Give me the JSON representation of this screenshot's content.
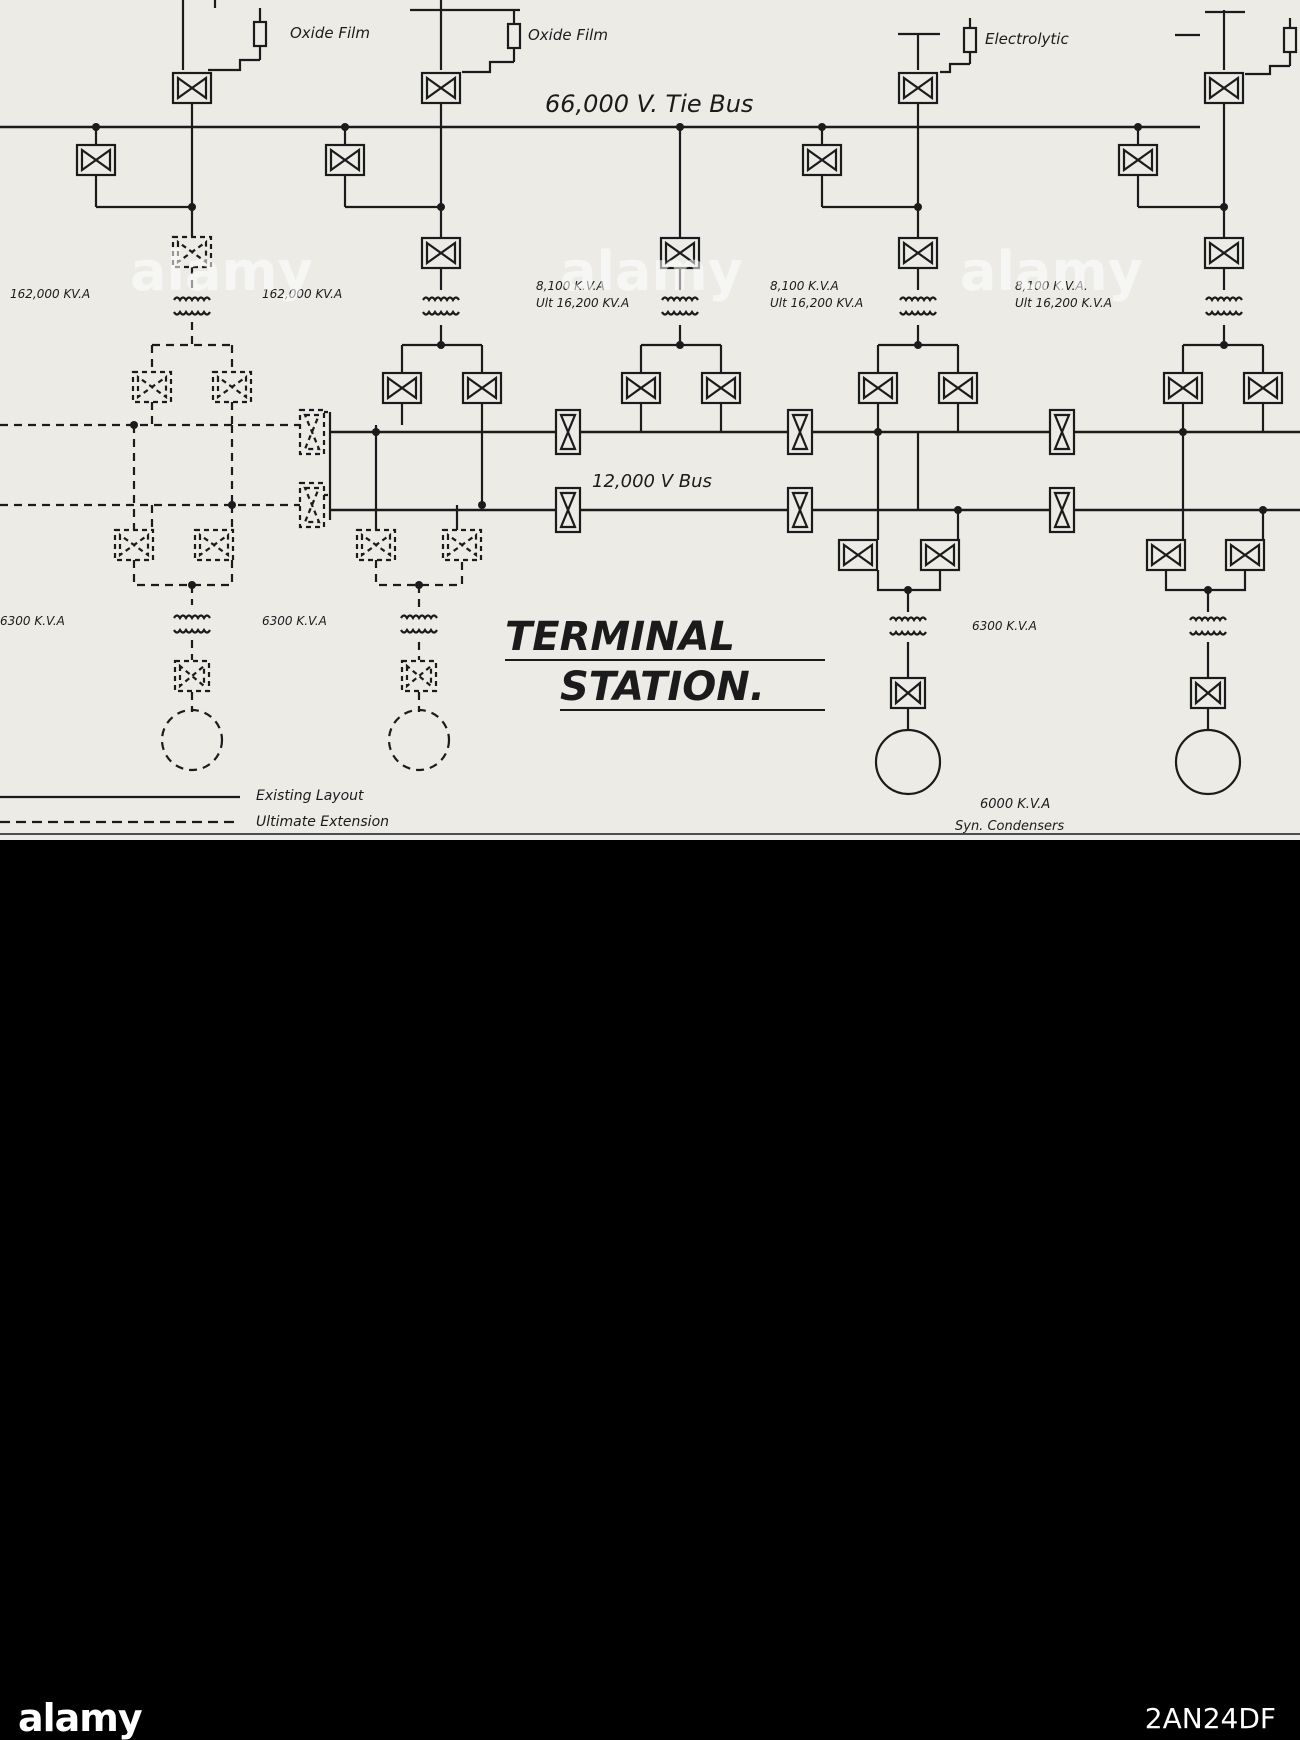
{
  "labels": {
    "oxide_film_1": "Oxide Film",
    "oxide_film_2": "Oxide Film",
    "electrolytic": "Electrolytic",
    "tie_bus": "66,000 V. Tie Bus",
    "xfmr_1": "162,000 KV.A",
    "xfmr_2": "162,000 KV.A",
    "xfmr_3a": "8,100 K.V.A",
    "xfmr_3b": "Ult 16,200 KV.A",
    "xfmr_4a": "8,100 K.V.A",
    "xfmr_4b": "Ult 16,200 KV.A",
    "xfmr_5a": "8,100 K.V.A.",
    "xfmr_5b": "Ult 16,200 K.V.A",
    "bus_12kv": "12,000 V Bus",
    "aux_1": "6300 K.V.A",
    "aux_2": "6300 K.V.A",
    "aux_3": "6300 K.V.A",
    "title_1": "TERMINAL",
    "title_2": "STATION.",
    "condensers_1": "6000 K.V.A",
    "condensers_2": "Syn. Condensers",
    "legend_existing": "Existing Layout",
    "legend_ultimate": "Ultimate Extension"
  },
  "footer": {
    "brand": "alamy",
    "image_id": "2AN24DF"
  },
  "watermarks": [
    "alamy",
    "alamy",
    "alamy"
  ]
}
